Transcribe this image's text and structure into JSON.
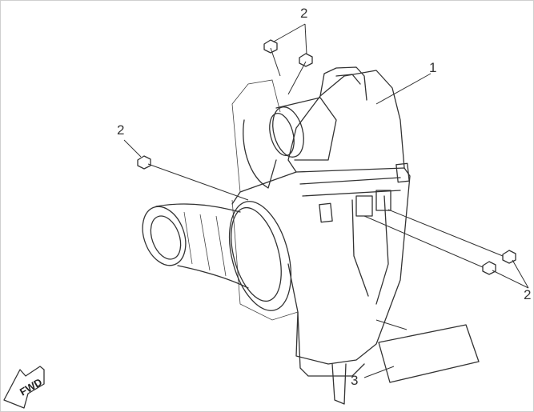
{
  "diagram": {
    "callouts": [
      {
        "id": "top-bolts",
        "label": "2"
      },
      {
        "id": "airbox",
        "label": "1"
      },
      {
        "id": "left-bolt",
        "label": "2"
      },
      {
        "id": "right-bolts",
        "label": "2"
      },
      {
        "id": "label-plate",
        "label": "3"
      }
    ],
    "direction_marker": "FWD"
  }
}
